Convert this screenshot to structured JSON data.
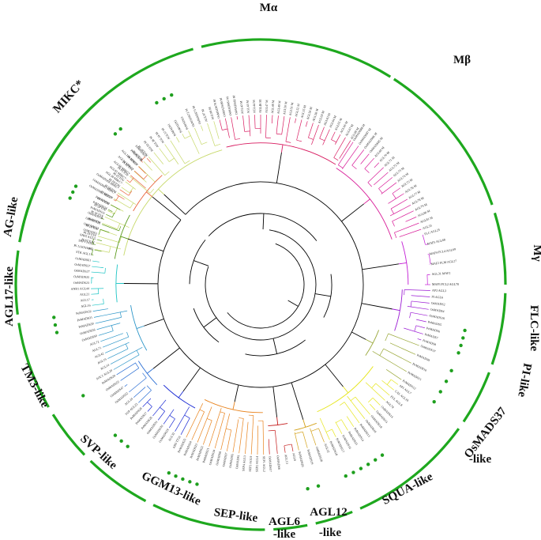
{
  "ring_color": "#1ea81e",
  "dot_color": "#1e9f1e",
  "backbone_color": "#000000",
  "clades": [
    {
      "id": "ma",
      "label": "Mα",
      "color": "#c7d96a",
      "start": -78,
      "end": -16,
      "leaves": [
        "OsMADS71 M",
        "AGL59 M",
        "AGL62 M",
        "AGL37 M",
        "AGL40 M",
        "AGL41 M",
        "AGL45 M",
        "AGL61 M",
        "AGL86 M",
        "AGL85 M",
        "AGL82 M",
        "AGL53 M",
        "AGL54 M",
        "AGL28 M",
        "AGL29 M",
        "AGL90 M",
        "AGL87 M",
        "AGL92 M",
        "AGL36 M",
        "AGL34 M",
        "AGL57 M",
        "PeMADS1",
        "PeMADS2",
        "PeMADS3",
        "OsMADS72 M",
        "OsMADS73 M",
        "AGL97 M",
        "AGL98 M"
      ]
    },
    {
      "id": "mb",
      "label": "Mβ",
      "color": "#d81b60",
      "start": -14,
      "end": 32,
      "leaves": [
        "OsMADS79 M",
        "OsMADS80 M",
        "OsMADS81 M",
        "OsMADS82 M",
        "AGL42 M",
        "AGL43 M",
        "AGL44 M",
        "AGL46 M",
        "AGL47 M",
        "AGL48 M",
        "AGL49 M",
        "AGL50 M",
        "AGL51 M",
        "AGL52 M",
        "AGL55 M",
        "AGL56 M",
        "AGL58 M",
        "AGL60 M",
        "AGL63 M",
        "AGL64 M",
        "AGL65 M",
        "AGL66 M",
        "AGL67 M",
        "AGL68 M"
      ]
    },
    {
      "id": "mg",
      "label": "Mγ",
      "color": "#d81b98",
      "start": 33,
      "end": 71,
      "leaves": [
        "OsMADS88 M",
        "OsMADS87 M",
        "OsMADS86 M",
        "OsMADS85 M",
        "AGL69 M",
        "AGL70 M",
        "AGL71 M",
        "AGL72 M",
        "AGL73 M",
        "AGL74 M",
        "AGL75 M",
        "AGL76 M",
        "AGL77 M",
        "AGL78 M",
        "AGL79 M",
        "AGL80 M",
        "AGL81 M",
        "AGL33"
      ]
    },
    {
      "id": "flc",
      "label": "FLC-like",
      "color": "#c21bd4",
      "start": 73,
      "end": 90,
      "leaves": [
        "FLC AGL25",
        "MAF5 AGL68",
        "MAF4 FCL4 AGL69",
        "MAF2 FLM AGL27",
        "AGL31 MAF2",
        "MAF3 FCL2 AGL70"
      ]
    },
    {
      "id": "pi",
      "label": "PI-like",
      "color": "#9b1bd4",
      "start": 92,
      "end": 109,
      "leaves": [
        "AP3 AGL3",
        "PI AGL6",
        "OsMADS2",
        "OsMADS4",
        "OsMADS16",
        "PeMADS5",
        "PeMADS6",
        "PeMADS7",
        "PeMADS8"
      ]
    },
    {
      "id": "os37",
      "label": "OsMADS37",
      "label2": "-like",
      "color": "#9aa83a",
      "start": 111,
      "end": 124,
      "leaves": [
        "OsMADS37",
        "PeMADS9",
        "PeMADS10",
        "PeMADS11",
        "PeMADS12"
      ]
    },
    {
      "id": "squa",
      "label": "SQUA-like",
      "color": "#e6e61b",
      "start": 126,
      "end": 156,
      "leaves": [
        "AP1 AGL7",
        "CAL AGL10",
        "FUL AGL8",
        "AGL79",
        "OsMADS14",
        "OsMADS15",
        "OsMADS18",
        "OsMADS20",
        "PeMADS13",
        "PeMADS14",
        "PeMADS15",
        "PeMADS16",
        "PeMADS17",
        "PeMADS18"
      ]
    },
    {
      "id": "agl12",
      "label": "AGL12",
      "label2": "-like",
      "color": "#d4a21b",
      "start": 158,
      "end": 167,
      "leaves": [
        "AGL12",
        "OsMADS26",
        "PeMADS19",
        "PeMADS20"
      ]
    },
    {
      "id": "agl6",
      "label": "AGL6",
      "label2": "-like",
      "color": "#c41b1b",
      "start": 169,
      "end": 177,
      "leaves": [
        "AGL6",
        "AGL13",
        "OsMADS6",
        "OsMADS17"
      ]
    },
    {
      "id": "sep",
      "label": "SEP-like",
      "color": "#e8821b",
      "start": 179,
      "end": 206,
      "leaves": [
        "SEP1 AGL2",
        "SEP2 AGL4",
        "SEP3 AGL9",
        "SEP4 AGL3",
        "OsMADS1",
        "OsMADS5",
        "OsMADS7",
        "OsMADS8",
        "OsMADS34",
        "PeMADS21",
        "PeMADS22",
        "PeMADS23",
        "PeMADS24",
        "PeMADS25"
      ]
    },
    {
      "id": "ggm13",
      "label": "GGM13-like",
      "color": "#1b2bd4",
      "start": 208,
      "end": 224,
      "leaves": [
        "ABS TT16",
        "AGL32",
        "OsMADS29",
        "OsMADS30",
        "OsMADS31",
        "PeMADS26",
        "PeMADS27",
        "PeMADS28"
      ]
    },
    {
      "id": "svp",
      "label": "SVP-like",
      "color": "#2b6fd4",
      "start": 226,
      "end": 238,
      "leaves": [
        "SVP AGL22",
        "AGL24",
        "OsMADS22",
        "OsMADS47",
        "OsMADS55",
        "PeMADS29"
      ]
    },
    {
      "id": "tm3",
      "label": "TM3-like",
      "color": "#2b95c8",
      "start": 240,
      "end": 261,
      "leaves": [
        "SOC1 AGL20",
        "AGL14",
        "AGL19",
        "AGL42",
        "AGL71",
        "AGL72",
        "OsMADS50",
        "OsMADS56",
        "PeMADS30",
        "PeMADS31",
        "PeMADS32"
      ]
    },
    {
      "id": "agl17",
      "label": "AGL17-like",
      "color": "#1bc4c4",
      "start": 263,
      "end": 278,
      "leaves": [
        "AGL16",
        "AGL17",
        "AGL21",
        "ANR1 AGL44",
        "OsMADS23",
        "OsMADS25",
        "OsMADS27",
        "OsMADS57",
        "OsMADS61"
      ]
    },
    {
      "id": "ag",
      "label": "AG-like",
      "color": "#5a9a1b",
      "start": 280,
      "end": 298,
      "leaves": [
        "STK AGL11",
        "AG",
        "SHP1 AGL1",
        "SHP2 AGL5",
        "OsMADS3",
        "OsMADS13",
        "OsMADS21",
        "OsMADS58",
        "PeMADS33",
        "PeMADS34",
        "PeMADS35"
      ]
    },
    {
      "id": "mikc",
      "label": "MIKC*",
      "color": "#e8623a",
      "start": 300,
      "end": 318,
      "leaves": [
        "OsMADS62 MIKC*",
        "OsMADS63 MIKC*",
        "OsMADS68 MIKC*",
        "AGL30 MIKC*",
        "AGL65 MIKC*",
        "AGL66 MIKC*",
        "AGL94 MIKC*",
        "AGL104 MIKC*",
        "PeMADS36",
        "PeMADS37"
      ]
    }
  ]
}
